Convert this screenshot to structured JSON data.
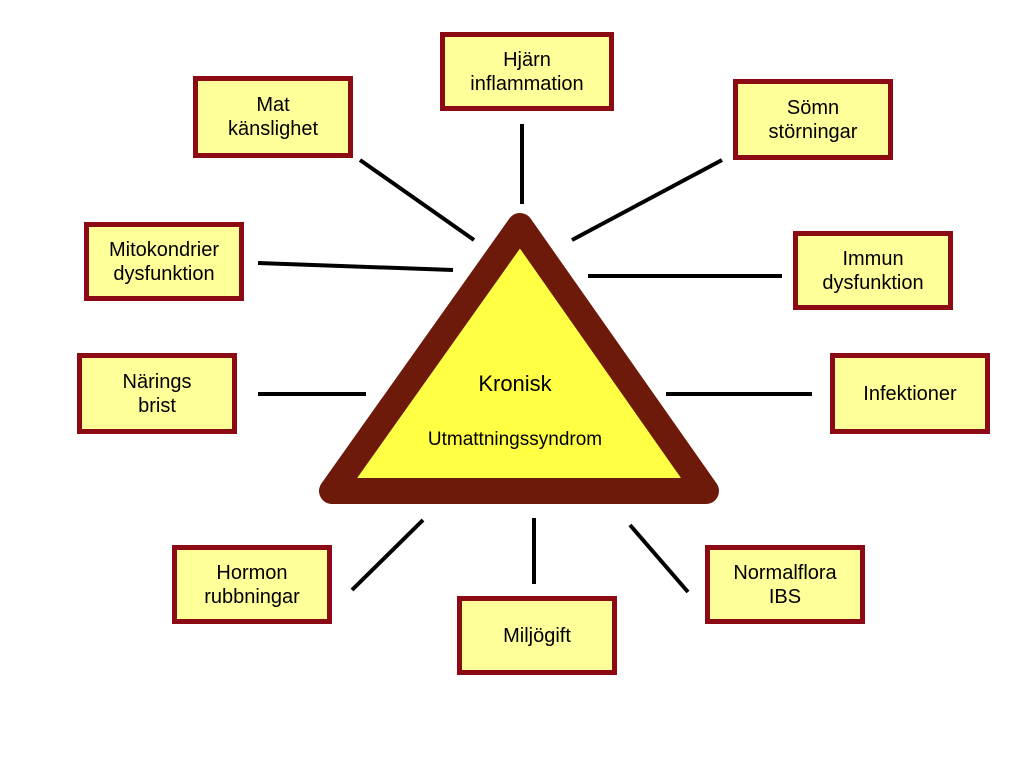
{
  "center": {
    "title": "Kronisk",
    "subtitle": "Utmattningssyndrom",
    "fill_color": "#ffff44",
    "border_color": "#6e1a0a"
  },
  "box_style": {
    "fill_color": "#ffff99",
    "border_color": "#8b0a14"
  },
  "factors": [
    {
      "id": "hjarn",
      "lines": [
        "Hjärn",
        "inflammation"
      ]
    },
    {
      "id": "mat",
      "lines": [
        "Mat",
        "känslighet"
      ]
    },
    {
      "id": "somn",
      "lines": [
        "Sömn",
        "störningar"
      ]
    },
    {
      "id": "mitokondrier",
      "lines": [
        "Mitokondrier",
        "dysfunktion"
      ]
    },
    {
      "id": "immun",
      "lines": [
        "Immun",
        "dysfunktion"
      ]
    },
    {
      "id": "narings",
      "lines": [
        "Närings",
        "brist"
      ]
    },
    {
      "id": "infektioner",
      "lines": [
        "Infektioner"
      ]
    },
    {
      "id": "hormon",
      "lines": [
        "Hormon",
        "rubbningar"
      ]
    },
    {
      "id": "miljogift",
      "lines": [
        "Miljögift"
      ]
    },
    {
      "id": "normalflora",
      "lines": [
        "Normalflora",
        "IBS"
      ]
    }
  ]
}
